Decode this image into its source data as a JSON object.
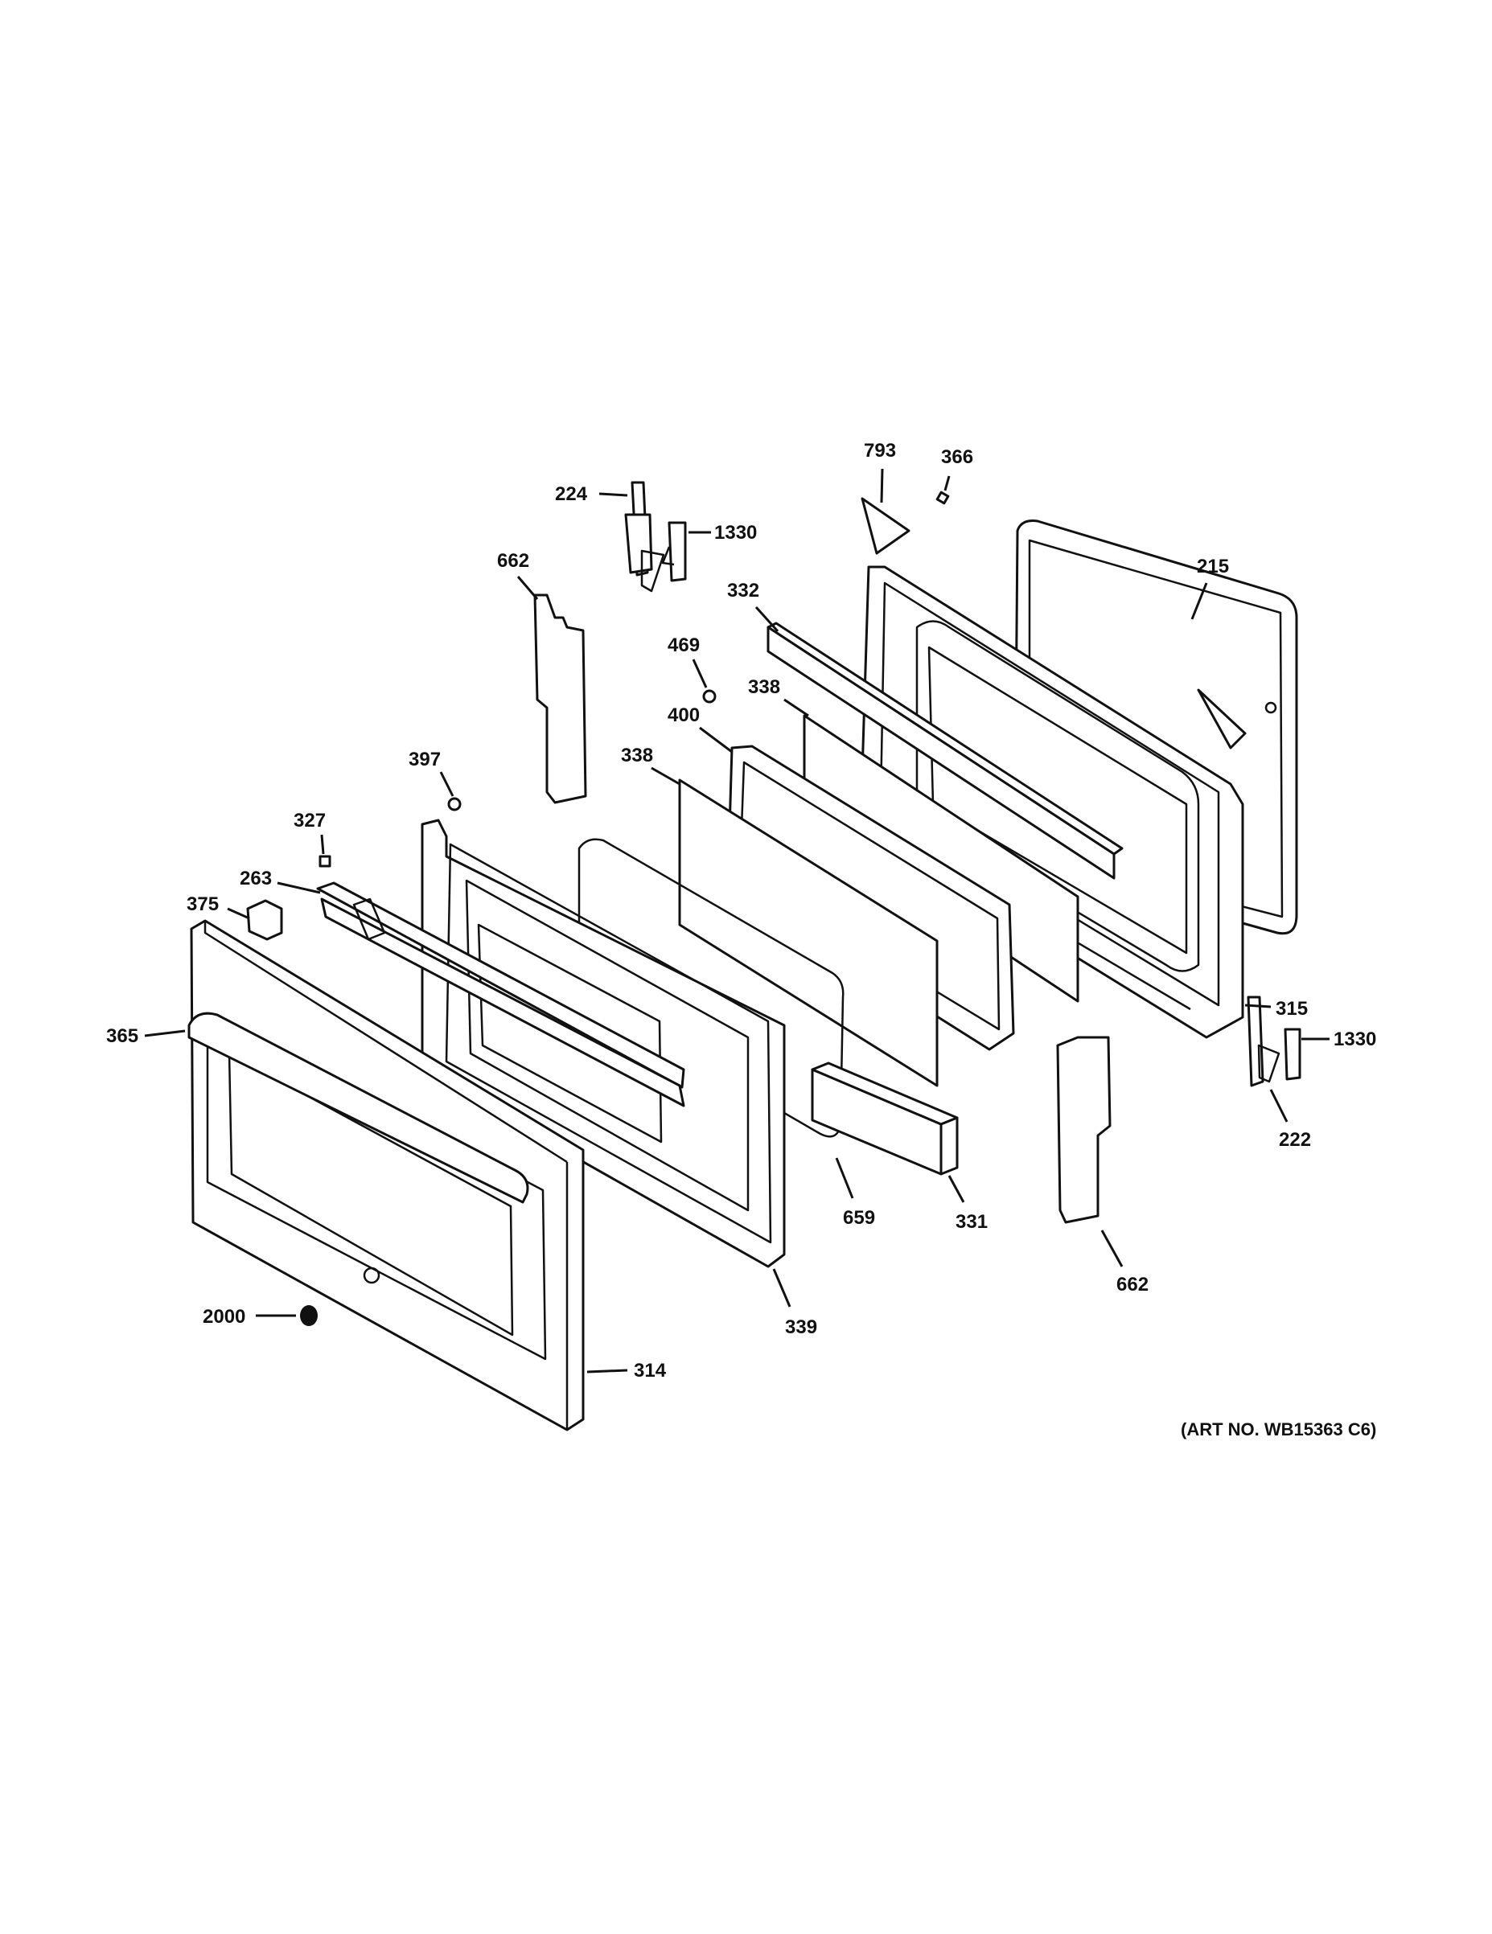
{
  "diagram": {
    "parts": [
      {
        "id": "p224",
        "label": "224"
      },
      {
        "id": "p1330a",
        "label": "1330"
      },
      {
        "id": "p793",
        "label": "793"
      },
      {
        "id": "p366",
        "label": "366"
      },
      {
        "id": "p215",
        "label": "215"
      },
      {
        "id": "p662a",
        "label": "662"
      },
      {
        "id": "p332",
        "label": "332"
      },
      {
        "id": "p469",
        "label": "469"
      },
      {
        "id": "p338a",
        "label": "338"
      },
      {
        "id": "p400",
        "label": "400"
      },
      {
        "id": "p338b",
        "label": "338"
      },
      {
        "id": "p397",
        "label": "397"
      },
      {
        "id": "p327",
        "label": "327"
      },
      {
        "id": "p263",
        "label": "263"
      },
      {
        "id": "p375",
        "label": "375"
      },
      {
        "id": "p315",
        "label": "315"
      },
      {
        "id": "p365",
        "label": "365"
      },
      {
        "id": "p1330b",
        "label": "1330"
      },
      {
        "id": "p222",
        "label": "222"
      },
      {
        "id": "p659",
        "label": "659"
      },
      {
        "id": "p331",
        "label": "331"
      },
      {
        "id": "p339",
        "label": "339"
      },
      {
        "id": "p662b",
        "label": "662"
      },
      {
        "id": "p2000",
        "label": "2000"
      },
      {
        "id": "p314",
        "label": "314"
      }
    ],
    "art_number": "(ART NO. WB15363 C6)"
  }
}
